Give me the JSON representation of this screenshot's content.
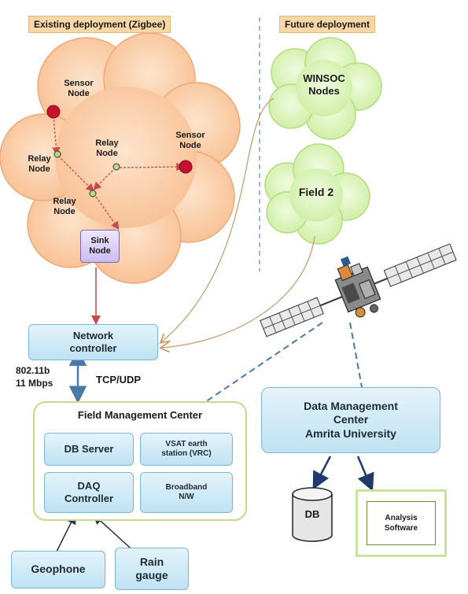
{
  "sections": {
    "existing": "Existing deployment (Zigbee)",
    "future": "Future deployment"
  },
  "clouds": {
    "winsoc": "WINSOC\nNodes",
    "field2": "Field 2"
  },
  "wsn_nodes": [
    {
      "id": "sensor1",
      "label": "Sensor\nNode",
      "kind": "sensor"
    },
    {
      "id": "sensor2",
      "label": "Sensor\nNode",
      "kind": "sensor"
    },
    {
      "id": "relay1",
      "label": "Relay\nNode",
      "kind": "relay"
    },
    {
      "id": "relay2",
      "label": "Relay\nNode",
      "kind": "relay"
    },
    {
      "id": "relay3",
      "label": "Relay\nNode",
      "kind": "relay"
    }
  ],
  "sink_node": "Sink\nNode",
  "network_controller": "Network\ncontroller",
  "link_labels": {
    "wifi": "802.11b\n11 Mbps",
    "protocol": "TCP/UDP"
  },
  "fmc": {
    "title": "Field Management Center",
    "db_server": "DB Server",
    "vsat": "VSAT earth\nstation (VRC)",
    "daq": "DAQ\nController",
    "broadband": "Broadband\nN/W"
  },
  "sensors": {
    "geophone": "Geophone",
    "rain_gauge": "Rain\ngauge"
  },
  "dmc": "Data Management\nCenter\nAmrita University",
  "db": "DB",
  "analysis": "Analysis\nSoftware",
  "colors": {
    "wsn_cloud": "#fbcfa8",
    "future_cloud": "#d9f2b4",
    "box_blue": "#bfe2f3",
    "sensor_red": "#c8102e",
    "link_red": "#c94a4a",
    "dashed_blue": "#4a78a8"
  }
}
